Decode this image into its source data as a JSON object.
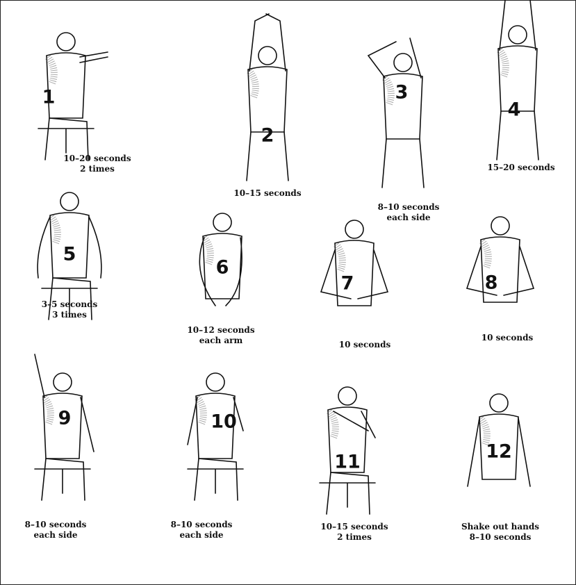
{
  "exercises": [
    {
      "number": "1",
      "caption": [
        "10–20 seconds",
        "2 times"
      ]
    },
    {
      "number": "2",
      "caption": [
        "10–15 seconds"
      ]
    },
    {
      "number": "3",
      "caption": [
        "8–10 seconds",
        "each side"
      ]
    },
    {
      "number": "4",
      "caption": [
        "15–20 seconds"
      ]
    },
    {
      "number": "5",
      "caption": [
        "3–5 seconds",
        "3 times"
      ]
    },
    {
      "number": "6",
      "caption": [
        "10–12 seconds",
        "each arm"
      ]
    },
    {
      "number": "7",
      "caption": [
        "10 seconds"
      ]
    },
    {
      "number": "8",
      "caption": [
        "10 seconds"
      ]
    },
    {
      "number": "9",
      "caption": [
        "8–10 seconds",
        "each side"
      ]
    },
    {
      "number": "10",
      "caption": [
        "8–10 seconds",
        "each side"
      ]
    },
    {
      "number": "11",
      "caption": [
        "10–15 seconds",
        "2 times"
      ]
    },
    {
      "number": "12",
      "caption": [
        "Shake out hands",
        "8–10 seconds"
      ]
    }
  ],
  "colors": {
    "ink": "#111111",
    "shading": "#777777",
    "background": "#ffffff"
  }
}
